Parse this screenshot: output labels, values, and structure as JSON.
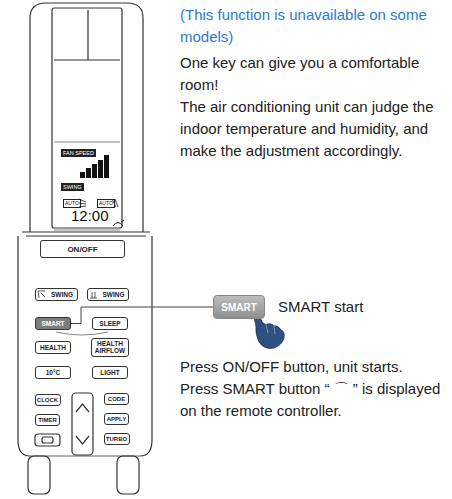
{
  "diagram": {
    "nodes": [
      {
        "text": [
          "ON/OFF"
        ]
      },
      {
        "text": [
          "SWING"
        ]
      },
      {
        "text": [
          "SWING"
        ]
      },
      {
        "text": [
          "SMART"
        ]
      },
      {
        "text": [
          "SLEEP"
        ]
      },
      {
        "text": [
          "HEALTH"
        ]
      },
      {
        "text": [
          "HEALTH AIRFLOW"
        ]
      },
      {
        "text": [
          "10°C"
        ]
      },
      {
        "text": [
          "LIGHT"
        ]
      },
      {
        "text": [
          "CLOCK"
        ]
      },
      {
        "text": [
          "CODE"
        ]
      },
      {
        "text": [
          "TIMER"
        ]
      },
      {
        "text": [
          "APPLY"
        ]
      },
      {
        "text": [
          "TURBO"
        ]
      },
      {
        "text": [
          "SMART"
        ]
      }
    ],
    "edges": [
      {
        "from": 3,
        "to": 14,
        "arrow": "none"
      }
    ],
    "labels": [
      "(This function is unavailable on some models)",
      "One key can give you a comfortable room!",
      "The air conditioning unit can judge the indoor temperature and humidity, and make the adjustment accordingly.",
      "FAN SPEED",
      "SWING",
      "AUTO",
      "AUTO",
      "12:00",
      "SMART start",
      "Press ON/OFF button, unit starts.",
      "Press SMART button “ ⌒ ” is displayed on the remote controller."
    ]
  }
}
